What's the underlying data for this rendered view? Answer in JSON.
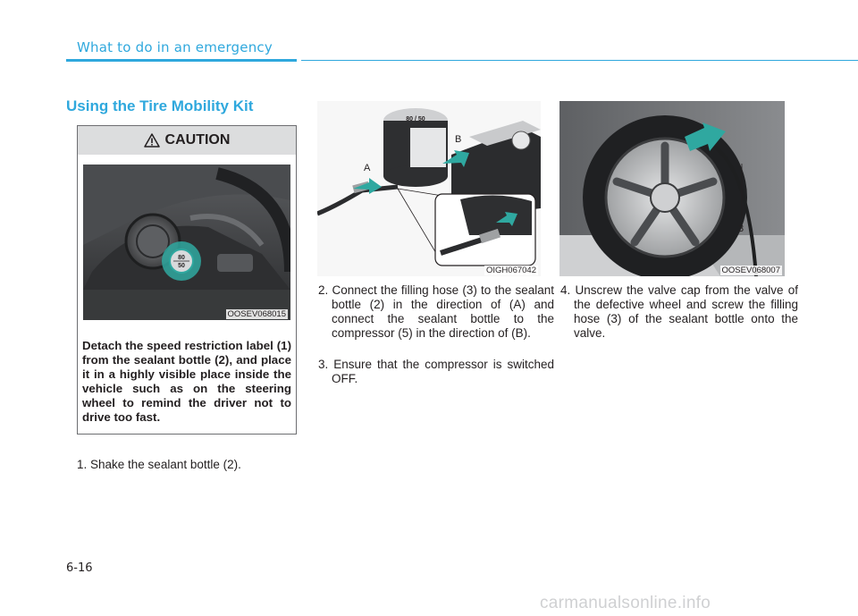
{
  "header": {
    "section": "What to do in an emergency"
  },
  "section_title": "Using the Tire Mobility Kit",
  "caution": {
    "label": "CAUTION",
    "image_code": "OOSEV068015",
    "dial_top": "80",
    "dial_bottom": "50",
    "text": "Detach the speed restriction label (1) from the sealant bottle (2), and place it in a highly visible place inside the vehicle such as on the steering wheel to remind the driver not to drive too fast."
  },
  "steps": {
    "step1": "1. Shake the sealant bottle (2).",
    "step2": "2. Connect the filling hose (3) to the sealant bottle (2) in the direction of (A) and connect the sealant bottle to the compressor (5) in the direction of (B).",
    "step3": "3. Ensure that the compressor is switched OFF.",
    "step4": "4. Unscrew the  valve cap from the valve of the defective wheel and screw the filling hose (3) of the sealant bottle onto the valve."
  },
  "figure2": {
    "image_code": "OIGH067042",
    "label_a": "A",
    "label_b": "B",
    "bottle_text": "80 / 50"
  },
  "figure3": {
    "image_code": "OOSEV068007",
    "label_3": "3"
  },
  "page_number": "6-16",
  "watermark": "carmanualsonline.info",
  "colors": {
    "accent": "#2fa8dd",
    "caution_header": "#dcddde",
    "arrow": "#2fa8a0"
  }
}
